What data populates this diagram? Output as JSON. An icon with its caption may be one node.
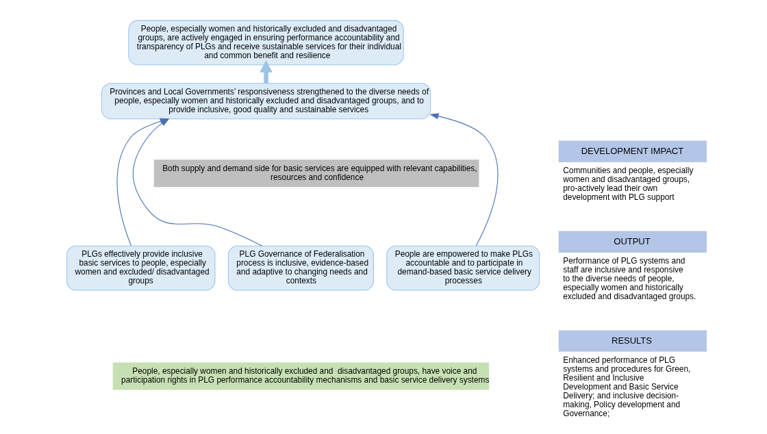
{
  "diagram": {
    "nodes": [
      {
        "text": [
          "DEVELOPMENT IMPACT"
        ],
        "beside": [
          "Communities and people, especially women and disadvantaged groups, pro-actively lead their own development with PLG support"
        ]
      },
      {
        "text": [
          "OUTPUT"
        ],
        "beside": [
          "Performance of PLG systems and staff are inclusive and responsive to the diverse needs of people, especially women and historically excluded and disadvantaged groups."
        ]
      },
      {
        "text": [
          "RESULTS"
        ],
        "beside": [
          "Enhanced performance of PLG systems and procedures for Green, Resilient and Inclusive Development and Basic Service Delivery; and inclusive decision-making, Policy development and Governance;"
        ]
      },
      {
        "text": [
          "People, especially women and historically excluded and disadvantaged groups, are actively engaged in ensuring performance accountability and transparency of PLGs and receive sustainable services for their individual and common benefit and resilience"
        ]
      },
      {
        "text": [
          "Provinces and Local Governments’ responsiveness strengthened to the diverse needs of people, especially women and historically excluded and disadvantaged groups, and to provide inclusive, good quality and sustainable services"
        ]
      },
      {
        "text": [
          "Both supply and demand side for basic services are equipped with relevant capabilities, resources and confidence"
        ]
      },
      {
        "text": [
          "PLGs effectively provide inclusive basic services to people, especially women and excluded/ disadvantaged groups"
        ]
      },
      {
        "text": [
          "PLG Governance of Federalisation process is inclusive, evidence-based and adaptive to changing needs and contexts"
        ]
      },
      {
        "text": [
          "People are empowered to make PLGs accountable and to participate in demand-based basic service delivery processes"
        ]
      },
      {
        "text": [
          "People, especially women and historically excluded and  disadvantaged groups, have voice and participation rights in PLG performance accountability mechanisms and basic service delivery systems"
        ]
      }
    ],
    "edges": [
      {
        "from": 4,
        "to": 3,
        "arrow": "to",
        "style": "thick"
      },
      {
        "from": 6,
        "to": 4,
        "arrow": "to"
      },
      {
        "from": 7,
        "to": 4,
        "arrow": "to"
      },
      {
        "from": 8,
        "to": 4,
        "arrow": "to"
      }
    ]
  }
}
